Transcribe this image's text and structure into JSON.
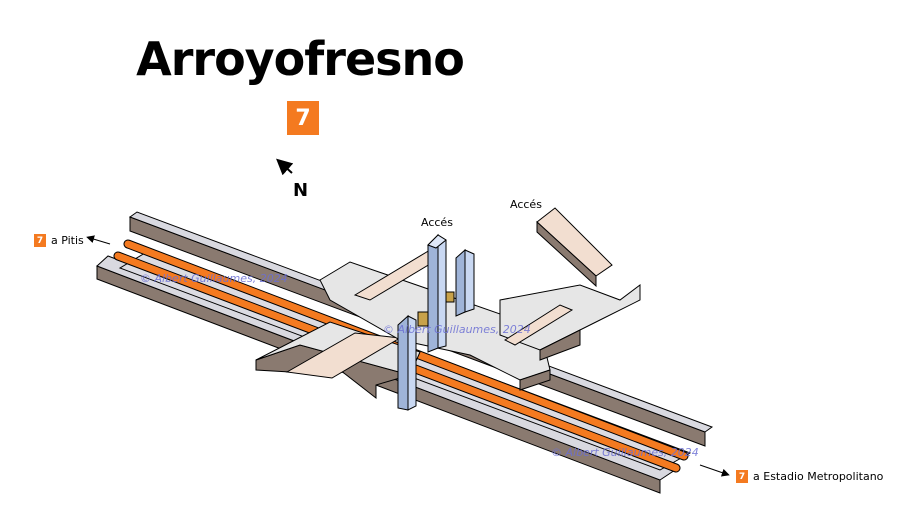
{
  "station": {
    "name": "Arroyofresno"
  },
  "line": {
    "number": "7",
    "color": "#f47a20"
  },
  "compass": {
    "label": "N"
  },
  "destinations": [
    {
      "line": "7",
      "label": "a Pitis"
    },
    {
      "line": "7",
      "label": "a Estadio Metropolitano"
    }
  ],
  "accesses": [
    {
      "label": "Accés"
    },
    {
      "label": "Accés"
    }
  ],
  "watermarks": [
    "© Albert Guillaumes, 2024",
    "© Albert Guillaumes, 2024",
    "© Albert Guillaumes, 2024"
  ],
  "colors": {
    "platform": "#d9d9e0",
    "platform_side": "#8a7a70",
    "mezzanine": "#e6e6e6",
    "stair": "#f2ded0",
    "elevator": "#c9d8f2",
    "track": "#f47a20"
  }
}
